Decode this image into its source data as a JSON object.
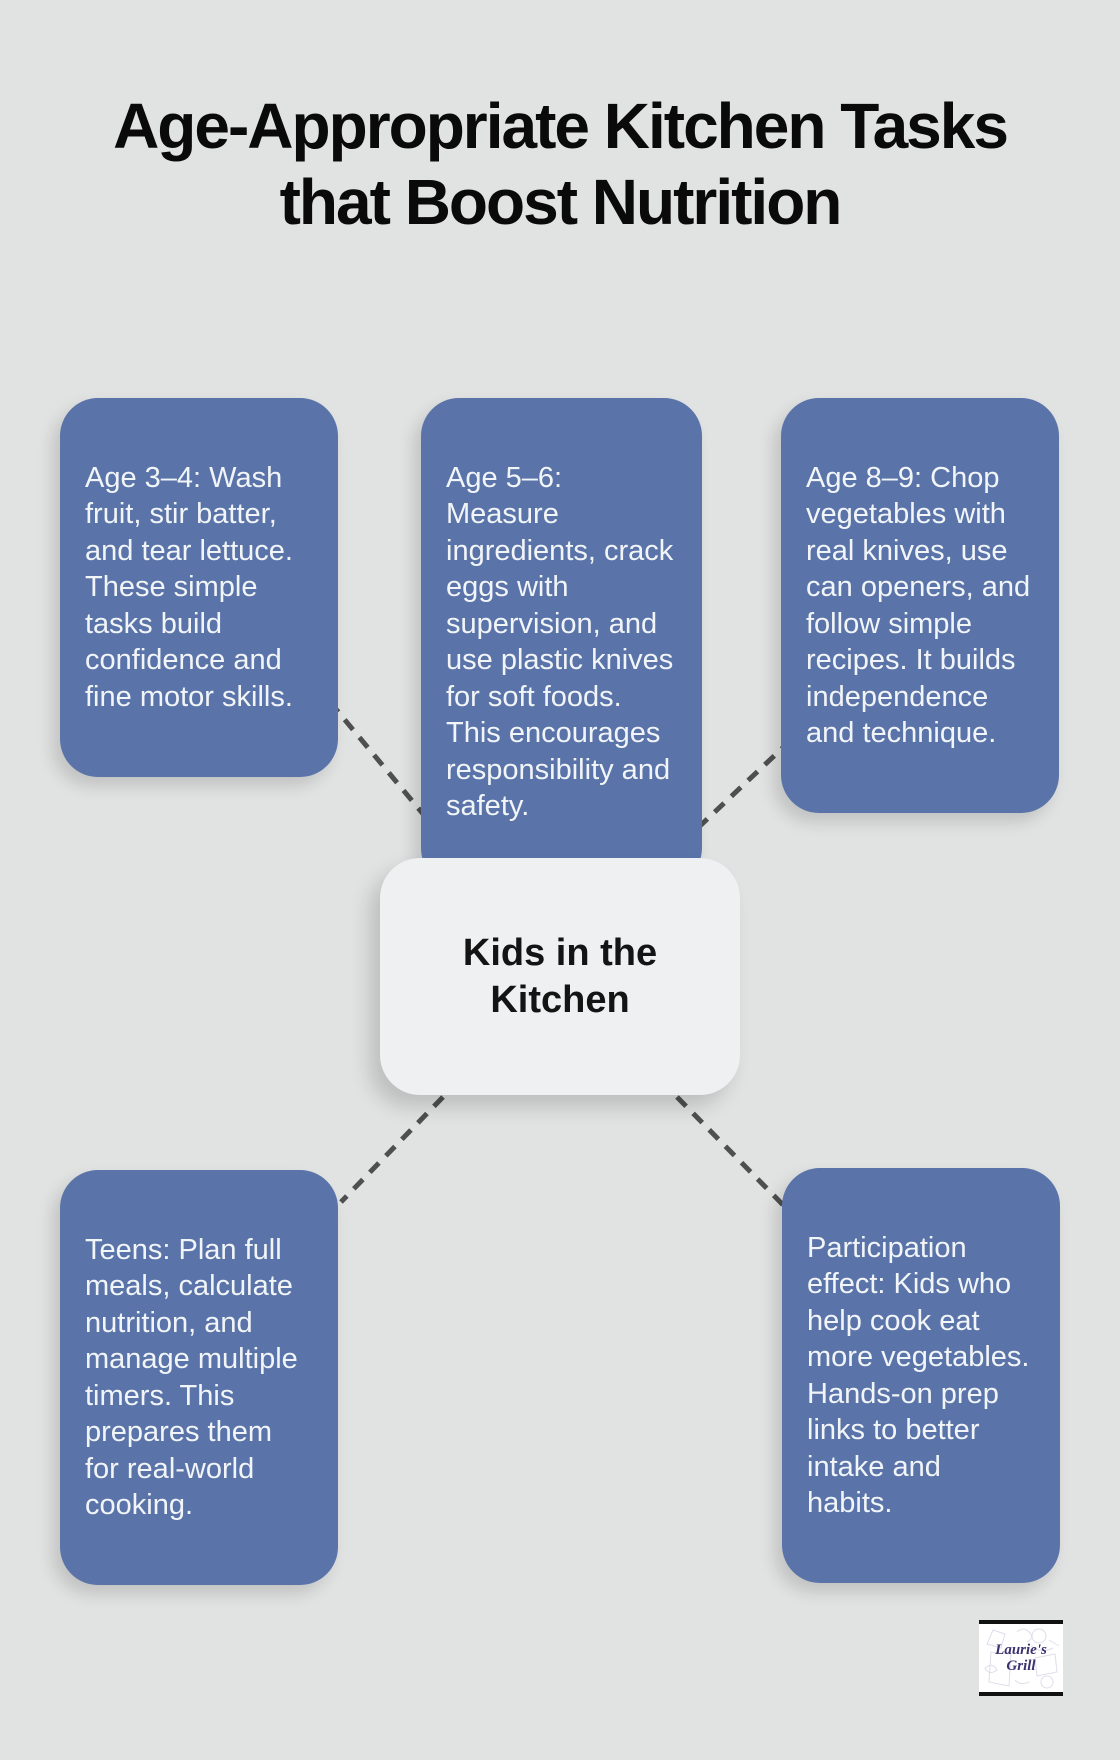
{
  "title": {
    "line1": "Age-Appropriate Kitchen Tasks",
    "line2": "that Boost Nutrition"
  },
  "center": {
    "label": "Kids in the\nKitchen"
  },
  "nodes": [
    {
      "id": "age-3-4",
      "text": "Age 3–4: Wash\nfruit, stir batter,\nand tear lettuce.\nThese simple\ntasks build\nconfidence and\nfine motor skills."
    },
    {
      "id": "age-5-6",
      "text": "Age 5–6: Measure\ningredients, crack\neggs with\nsupervision, and\nuse plastic knives\nfor soft foods.\nThis encourages\nresponsibility and\nsafety."
    },
    {
      "id": "age-8-9",
      "text": "Age 8–9: Chop\nvegetables with\nreal knives, use\ncan openers, and\nfollow simple\nrecipes. It builds\nindependence\nand technique."
    },
    {
      "id": "teens",
      "text": "Teens: Plan full\nmeals, calculate\nnutrition, and\nmanage multiple\ntimers. This\nprepares them\nfor real-world\ncooking."
    },
    {
      "id": "participation-effect",
      "text": "Participation\neffect: Kids who\nhelp cook eat\nmore vegetables.\nHands-on prep\nlinks to better\nintake and\nhabits."
    }
  ],
  "logo": {
    "line1": "Laurie's",
    "line2": "Grill"
  },
  "colors": {
    "background": "#e1e2e2",
    "node_fill": "#5a74a9",
    "node_text": "#f2f5f8",
    "center_fill": "#eef0f1",
    "center_text": "#141414",
    "connector": "#4f4f4f",
    "title_text": "#0a0a0a",
    "logo_text": "#3b3171",
    "logo_border": "#111111"
  }
}
